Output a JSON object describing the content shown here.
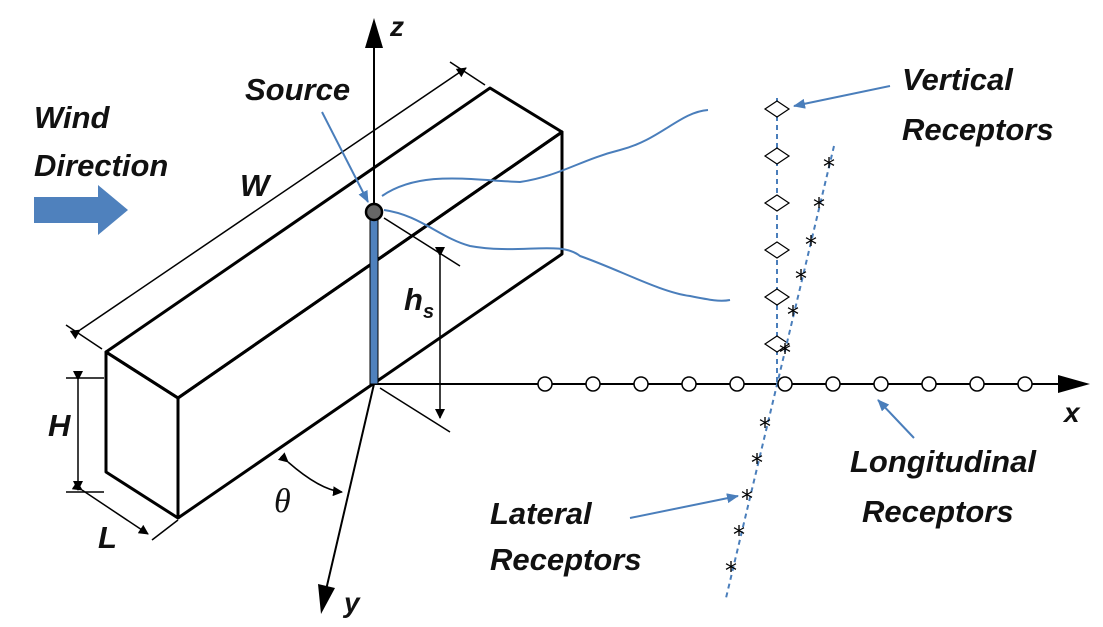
{
  "labels": {
    "z_axis": "z",
    "x_axis": "x",
    "y_axis": "y",
    "source": "Source",
    "wind_line1": "Wind",
    "wind_line2": "Direction",
    "W": "W",
    "H": "H",
    "L": "L",
    "hs_main": "h",
    "hs_sub": "s",
    "theta": "θ",
    "vertical_line1": "Vertical",
    "vertical_line2": "Receptors",
    "longitudinal_line1": "Longitudinal",
    "longitudinal_line2": "Receptors",
    "lateral_line1": "Lateral",
    "lateral_line2": "Receptors"
  },
  "colors": {
    "accent_blue": "#4a7ebb",
    "arrow_fill": "#4f81bd",
    "ink": "#000000"
  }
}
